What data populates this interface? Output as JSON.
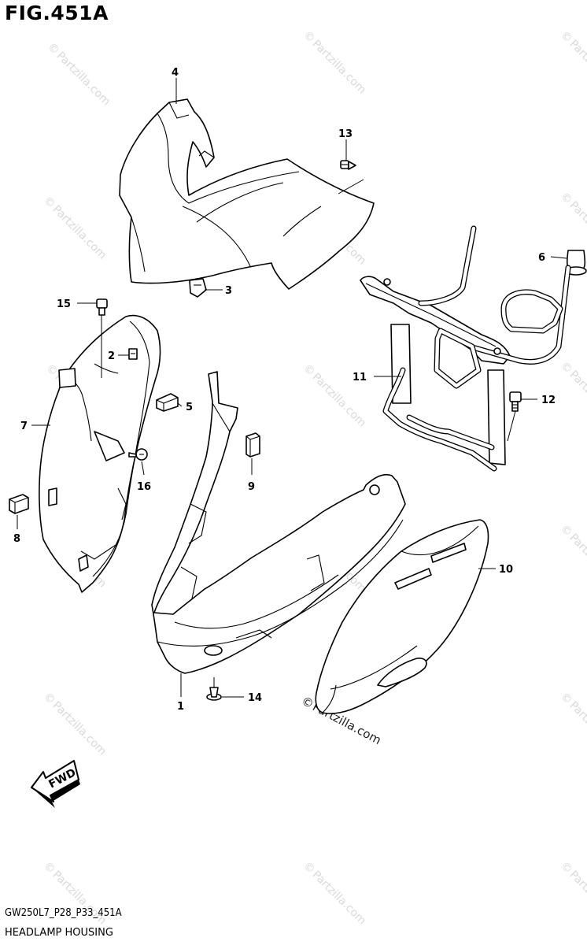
{
  "figure": {
    "title": "FIG.451A",
    "code": "GW250L7_P28_P33_451A",
    "name": "HEADLAMP HOUSING",
    "fwd_label": "FWD"
  },
  "watermark": {
    "text": "Partzilla.com",
    "symbol": "©"
  },
  "callouts": [
    {
      "id": "1",
      "label": "1"
    },
    {
      "id": "2",
      "label": "2"
    },
    {
      "id": "3",
      "label": "3"
    },
    {
      "id": "4",
      "label": "4"
    },
    {
      "id": "5",
      "label": "5"
    },
    {
      "id": "6",
      "label": "6"
    },
    {
      "id": "7",
      "label": "7"
    },
    {
      "id": "8",
      "label": "8"
    },
    {
      "id": "9",
      "label": "9"
    },
    {
      "id": "10",
      "label": "10"
    },
    {
      "id": "11",
      "label": "11"
    },
    {
      "id": "12",
      "label": "12"
    },
    {
      "id": "13",
      "label": "13"
    },
    {
      "id": "14",
      "label": "14"
    },
    {
      "id": "15",
      "label": "15"
    },
    {
      "id": "16",
      "label": "16"
    }
  ]
}
